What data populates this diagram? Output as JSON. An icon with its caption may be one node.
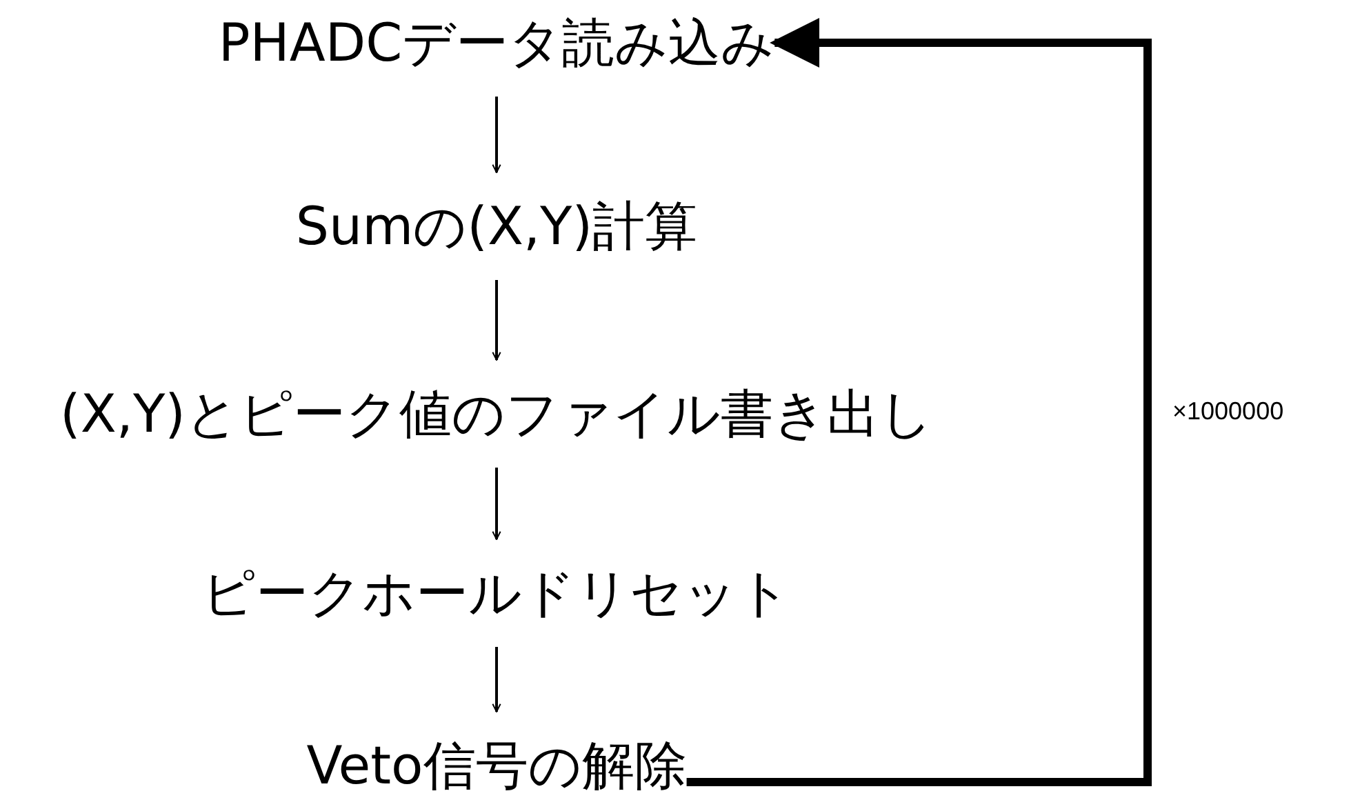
{
  "diagram": {
    "nodes": [
      {
        "text": [
          "PHADCデータ読み込み"
        ]
      },
      {
        "text": [
          "Sumの(X,Y)計算"
        ]
      },
      {
        "text": [
          "(X,Y)とピーク値のファイル書き出し"
        ]
      },
      {
        "text": [
          "ピークホールドリセット"
        ]
      },
      {
        "text": [
          "Veto信号の解除"
        ]
      }
    ],
    "edges": [
      {
        "from": 0,
        "to": 1,
        "arrow": "to"
      },
      {
        "from": 1,
        "to": 2,
        "arrow": "to"
      },
      {
        "from": 2,
        "to": 3,
        "arrow": "to"
      },
      {
        "from": 3,
        "to": 4,
        "arrow": "to"
      },
      {
        "from": 4,
        "to": 0,
        "arrow": "to",
        "label": "×1000000",
        "style": "thick"
      }
    ]
  }
}
